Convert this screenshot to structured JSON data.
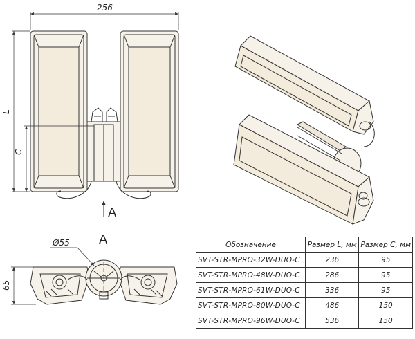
{
  "dimensions": {
    "width_total": "256",
    "length": "L",
    "c": "C",
    "height": "65",
    "diameter": "Ø55",
    "view_marker": "A",
    "view_label": "A"
  },
  "table": {
    "headers": [
      "Обозначение",
      "Размер L, мм",
      "Размер C, мм"
    ],
    "rows": [
      [
        "SVT-STR-MPRO-32W-DUO-C",
        "236",
        "95"
      ],
      [
        "SVT-STR-MPRO-48W-DUO-C",
        "286",
        "95"
      ],
      [
        "SVT-STR-MPRO-61W-DUO-C",
        "336",
        "95"
      ],
      [
        "SVT-STR-MPRO-80W-DUO-C",
        "486",
        "150"
      ],
      [
        "SVT-STR-MPRO-96W-DUO-C",
        "536",
        "150"
      ]
    ]
  },
  "colors": {
    "line": "#333333",
    "panel": "#f6f2ea"
  }
}
